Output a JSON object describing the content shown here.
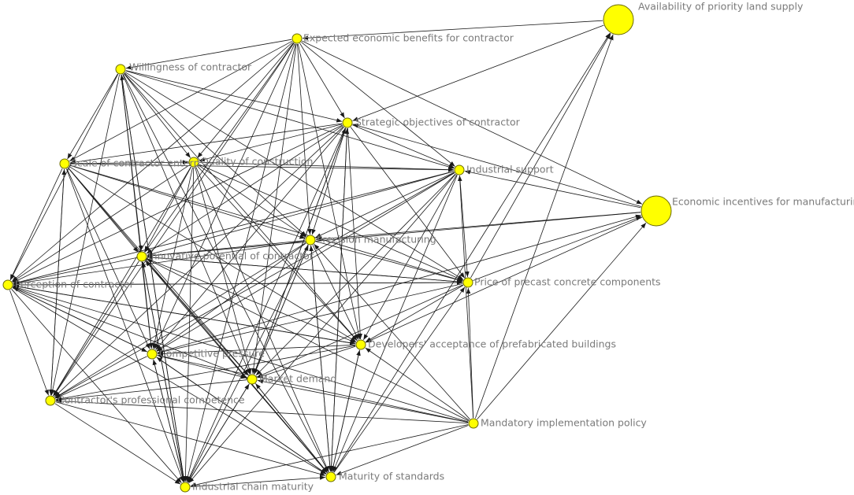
{
  "nodes": [
    {
      "id": "land",
      "label": "Availability of priority land supply",
      "size": "large"
    },
    {
      "id": "econ_inc",
      "label": "Economic incentives for manufacturing",
      "size": "large"
    },
    {
      "id": "exp_benefit",
      "label": "Expected economic benefits for contractor",
      "size": "small"
    },
    {
      "id": "willing",
      "label": "Willingness of contractor",
      "size": "small"
    },
    {
      "id": "strategic",
      "label": "Strategic objectives of contractor",
      "size": "small"
    },
    {
      "id": "scale",
      "label": "Scale of contractor enterp",
      "size": "small"
    },
    {
      "id": "quality",
      "label": "Quality of construction",
      "size": "small"
    },
    {
      "id": "ind_support",
      "label": "Industrial support",
      "size": "small"
    },
    {
      "id": "precision",
      "label": "Precision manufacturing",
      "size": "small"
    },
    {
      "id": "innov",
      "label": "Innovative potential of contractor",
      "size": "small"
    },
    {
      "id": "perception",
      "label": "Perception of contractor",
      "size": "small"
    },
    {
      "id": "price",
      "label": "Price of precast concrete components",
      "size": "small"
    },
    {
      "id": "dev_accept",
      "label": "Developers' acceptance of prefabricated buildings",
      "size": "small"
    },
    {
      "id": "comp_press",
      "label": "Competitive pressure",
      "size": "small"
    },
    {
      "id": "market",
      "label": "Market demand",
      "size": "small"
    },
    {
      "id": "prof_comp",
      "label": "Contractor's professional competence",
      "size": "small"
    },
    {
      "id": "mandatory",
      "label": "Mandatory implementation policy",
      "size": "small"
    },
    {
      "id": "chain",
      "label": "Industrial chain maturity",
      "size": "small"
    },
    {
      "id": "standards",
      "label": "Maturity of standards",
      "size": "small"
    }
  ],
  "edges": [
    [
      "land",
      "exp_benefit"
    ],
    [
      "land",
      "strategic"
    ],
    [
      "mandatory",
      "land"
    ],
    [
      "standards",
      "land"
    ],
    [
      "price",
      "land"
    ],
    [
      "econ_inc",
      "strategic"
    ],
    [
      "econ_inc",
      "precision"
    ],
    [
      "econ_inc",
      "ind_support"
    ],
    [
      "econ_inc",
      "innov"
    ],
    [
      "econ_inc",
      "dev_accept"
    ],
    [
      "mandatory",
      "econ_inc"
    ],
    [
      "price",
      "econ_inc"
    ],
    [
      "comp_press",
      "econ_inc"
    ],
    [
      "exp_benefit",
      "econ_inc"
    ],
    [
      "exp_benefit",
      "willing"
    ],
    [
      "exp_benefit",
      "strategic"
    ],
    [
      "exp_benefit",
      "scale"
    ],
    [
      "exp_benefit",
      "innov"
    ],
    [
      "exp_benefit",
      "precision"
    ],
    [
      "exp_benefit",
      "comp_press"
    ],
    [
      "exp_benefit",
      "prof_comp"
    ],
    [
      "exp_benefit",
      "ind_support"
    ],
    [
      "exp_benefit",
      "quality"
    ],
    [
      "exp_benefit",
      "market"
    ],
    [
      "exp_benefit",
      "dev_accept"
    ],
    [
      "exp_benefit",
      "perception"
    ],
    [
      "exp_benefit",
      "chain"
    ],
    [
      "willing",
      "scale"
    ],
    [
      "willing",
      "strategic"
    ],
    [
      "willing",
      "innov"
    ],
    [
      "willing",
      "quality"
    ],
    [
      "willing",
      "perception"
    ],
    [
      "willing",
      "comp_press"
    ],
    [
      "willing",
      "precision"
    ],
    [
      "willing",
      "ind_support"
    ],
    [
      "willing",
      "market"
    ],
    [
      "willing",
      "prof_comp"
    ],
    [
      "willing",
      "price"
    ],
    [
      "willing",
      "dev_accept"
    ],
    [
      "willing",
      "standards"
    ],
    [
      "willing",
      "chain"
    ],
    [
      "strategic",
      "scale"
    ],
    [
      "strategic",
      "innov"
    ],
    [
      "strategic",
      "precision"
    ],
    [
      "strategic",
      "ind_support"
    ],
    [
      "strategic",
      "comp_press"
    ],
    [
      "strategic",
      "prof_comp"
    ],
    [
      "strategic",
      "quality"
    ],
    [
      "strategic",
      "dev_accept"
    ],
    [
      "strategic",
      "perception"
    ],
    [
      "strategic",
      "market"
    ],
    [
      "strategic",
      "price"
    ],
    [
      "strategic",
      "chain"
    ],
    [
      "strategic",
      "standards"
    ],
    [
      "scale",
      "quality"
    ],
    [
      "scale",
      "innov"
    ],
    [
      "scale",
      "perception"
    ],
    [
      "scale",
      "precision"
    ],
    [
      "scale",
      "comp_press"
    ],
    [
      "scale",
      "prof_comp"
    ],
    [
      "scale",
      "ind_support"
    ],
    [
      "scale",
      "market"
    ],
    [
      "scale",
      "dev_accept"
    ],
    [
      "scale",
      "price"
    ],
    [
      "scale",
      "chain"
    ],
    [
      "scale",
      "standards"
    ],
    [
      "quality",
      "innov"
    ],
    [
      "quality",
      "ind_support"
    ],
    [
      "quality",
      "precision"
    ],
    [
      "quality",
      "comp_press"
    ],
    [
      "quality",
      "market"
    ],
    [
      "quality",
      "dev_accept"
    ],
    [
      "quality",
      "chain"
    ],
    [
      "quality",
      "standards"
    ],
    [
      "quality",
      "perception"
    ],
    [
      "quality",
      "prof_comp"
    ],
    [
      "quality",
      "price"
    ],
    [
      "ind_support",
      "precision"
    ],
    [
      "ind_support",
      "innov"
    ],
    [
      "ind_support",
      "price"
    ],
    [
      "ind_support",
      "comp_press"
    ],
    [
      "ind_support",
      "market"
    ],
    [
      "ind_support",
      "dev_accept"
    ],
    [
      "ind_support",
      "perception"
    ],
    [
      "ind_support",
      "chain"
    ],
    [
      "ind_support",
      "standards"
    ],
    [
      "ind_support",
      "prof_comp"
    ],
    [
      "precision",
      "innov"
    ],
    [
      "precision",
      "price"
    ],
    [
      "precision",
      "comp_press"
    ],
    [
      "precision",
      "market"
    ],
    [
      "precision",
      "dev_accept"
    ],
    [
      "precision",
      "perception"
    ],
    [
      "precision",
      "chain"
    ],
    [
      "precision",
      "standards"
    ],
    [
      "precision",
      "prof_comp"
    ],
    [
      "innov",
      "perception"
    ],
    [
      "innov",
      "comp_press"
    ],
    [
      "innov",
      "market"
    ],
    [
      "innov",
      "dev_accept"
    ],
    [
      "innov",
      "price"
    ],
    [
      "innov",
      "chain"
    ],
    [
      "innov",
      "standards"
    ],
    [
      "innov",
      "prof_comp"
    ],
    [
      "perception",
      "prof_comp"
    ],
    [
      "perception",
      "comp_press"
    ],
    [
      "perception",
      "market"
    ],
    [
      "perception",
      "dev_accept"
    ],
    [
      "perception",
      "chain"
    ],
    [
      "perception",
      "standards"
    ],
    [
      "perception",
      "price"
    ],
    [
      "price",
      "dev_accept"
    ],
    [
      "price",
      "comp_press"
    ],
    [
      "price",
      "market"
    ],
    [
      "price",
      "perception"
    ],
    [
      "price",
      "innov"
    ],
    [
      "dev_accept",
      "comp_press"
    ],
    [
      "dev_accept",
      "market"
    ],
    [
      "dev_accept",
      "standards"
    ],
    [
      "dev_accept",
      "perception"
    ],
    [
      "dev_accept",
      "prof_comp"
    ],
    [
      "comp_press",
      "market"
    ],
    [
      "comp_press",
      "prof_comp"
    ],
    [
      "comp_press",
      "chain"
    ],
    [
      "comp_press",
      "standards"
    ],
    [
      "comp_press",
      "perception"
    ],
    [
      "market",
      "prof_comp"
    ],
    [
      "market",
      "chain"
    ],
    [
      "market",
      "standards"
    ],
    [
      "market",
      "precision"
    ],
    [
      "market",
      "strategic"
    ],
    [
      "prof_comp",
      "chain"
    ],
    [
      "prof_comp",
      "standards"
    ],
    [
      "prof_comp",
      "scale"
    ],
    [
      "mandatory",
      "standards"
    ],
    [
      "mandatory",
      "chain"
    ],
    [
      "mandatory",
      "dev_accept"
    ],
    [
      "mandatory",
      "price"
    ],
    [
      "mandatory",
      "ind_support"
    ],
    [
      "mandatory",
      "market"
    ],
    [
      "mandatory",
      "prof_comp"
    ],
    [
      "mandatory",
      "comp_press"
    ],
    [
      "mandatory",
      "perception"
    ],
    [
      "mandatory",
      "precision"
    ],
    [
      "mandatory",
      "innov"
    ],
    [
      "chain",
      "standards"
    ],
    [
      "chain",
      "innov"
    ],
    [
      "chain",
      "comp_press"
    ],
    [
      "chain",
      "market"
    ],
    [
      "chain",
      "willing"
    ],
    [
      "standards",
      "precision"
    ],
    [
      "standards",
      "market"
    ],
    [
      "standards",
      "dev_accept"
    ],
    [
      "standards",
      "comp_press"
    ],
    [
      "standards",
      "strategic"
    ],
    [
      "standards",
      "innov"
    ],
    [
      "standards",
      "price"
    ]
  ]
}
